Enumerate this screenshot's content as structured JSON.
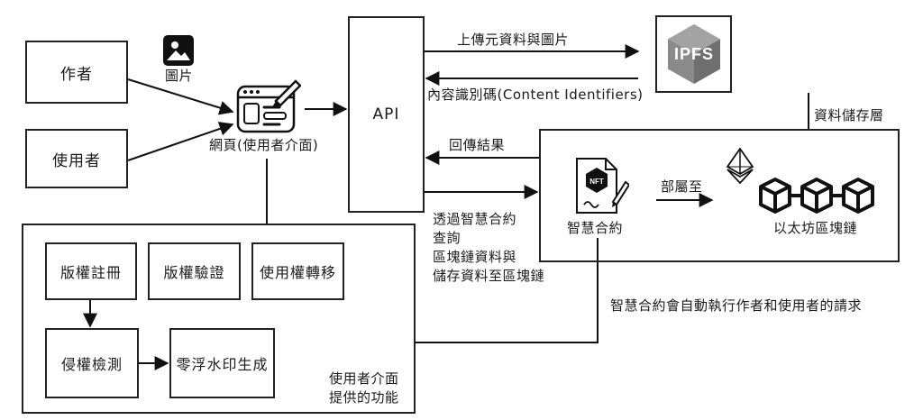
{
  "nodes": {
    "author": "作者",
    "user": "使用者",
    "webpage": "網頁(使用者介面)",
    "api": "API",
    "ipfs": "IPFS",
    "smart_contract": "智慧合約",
    "ethereum": "以太坊區塊鏈"
  },
  "labels": {
    "image": "圖片",
    "upload": "上傳元資料與圖片",
    "cid": "內容識別碼(Content Identifiers)",
    "storage_layer": "資料儲存層",
    "return_result": "回傳結果",
    "belongs_to": "部屬至",
    "query_lines": [
      "透過智慧合約",
      "查詢",
      "區塊鏈資料與",
      "儲存資料至區塊鏈"
    ],
    "auto_execute": "智慧合約會自動執行作者和使用者的請求",
    "features_caption": [
      "使用者介面",
      "提供的功能"
    ]
  },
  "features": {
    "copyright_registration": "版權註冊",
    "copyright_verification": "版權驗證",
    "ownership_transfer": "使用權轉移",
    "infringement_detection": "侵權檢測",
    "zero_watermark": "零浮水印生成"
  },
  "icons": [
    "image-icon",
    "webpage-icon",
    "ipfs-logo",
    "nft-icon",
    "ethereum-icon",
    "blockchain-icon"
  ]
}
